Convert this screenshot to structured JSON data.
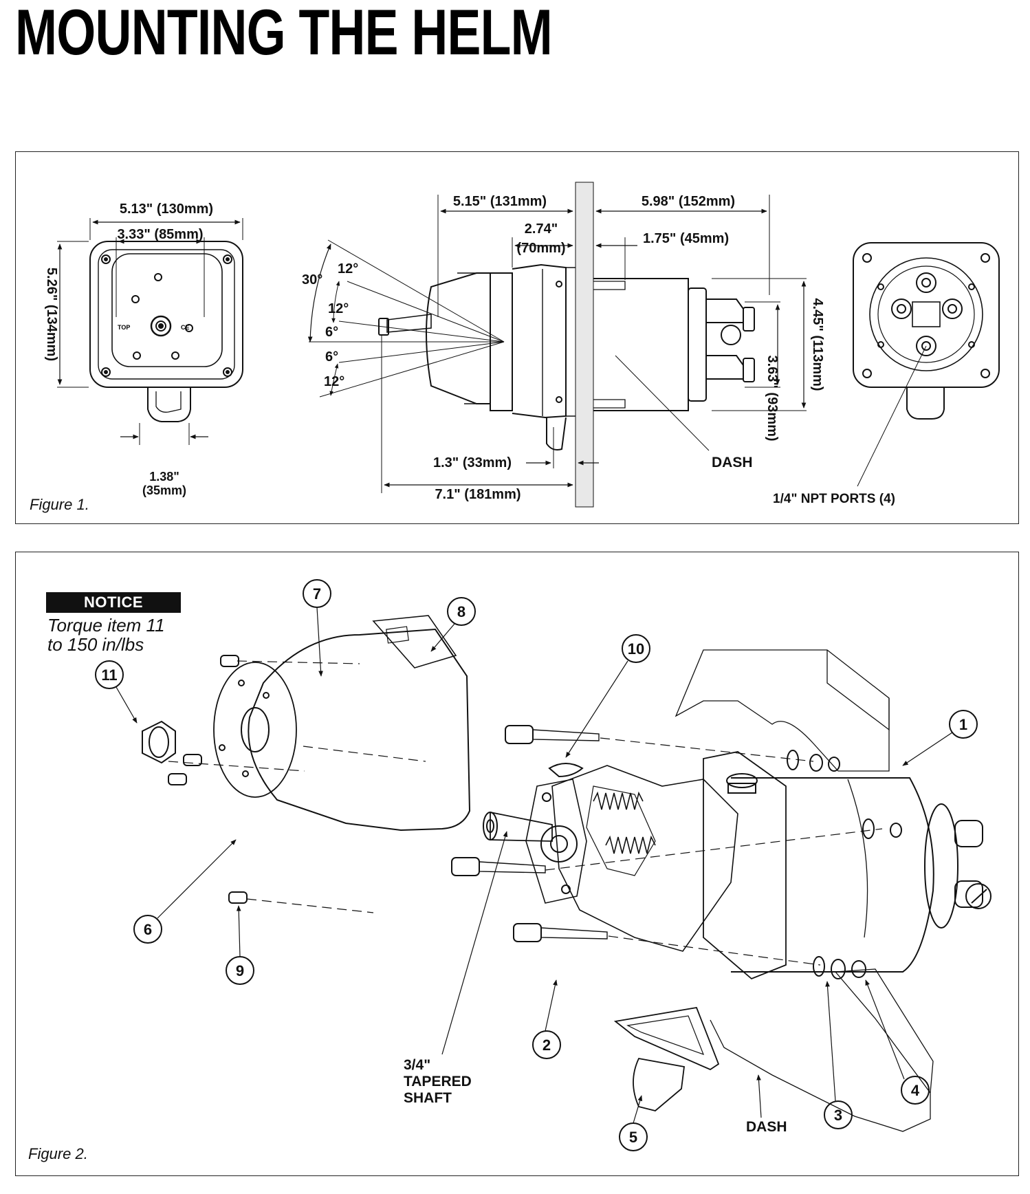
{
  "title": "MOUNTING THE HELM",
  "figure1": {
    "caption": "Figure 1.",
    "front_view": {
      "width_outer": "5.13\" (130mm)",
      "width_inner": "3.33\" (85mm)",
      "height": "5.26\" (134mm)",
      "bottom_width_in": "1.38\"",
      "bottom_width_mm": "(35mm)",
      "top_mark": "TOP",
      "ce_mark": "CE"
    },
    "side_view": {
      "dim_front_depth": "5.15\" (131mm)",
      "dim_rear_depth": "5.98\" (152mm)",
      "dim_mid_in": "2.74\"",
      "dim_mid_mm": "(70mm)",
      "dim_stud": "1.75\" (45mm)",
      "dim_height_large": "4.45\" (113mm)",
      "dim_height_small": "3.63\" (93mm)",
      "dim_bottom": "1.3\" (33mm)",
      "dim_overall": "7.1\" (181mm)",
      "angle_30": "30°",
      "angle_12a": "12°",
      "angle_12b": "12°",
      "angle_6a": "6°",
      "angle_6b": "6°",
      "angle_12c": "12°",
      "dash_label": "DASH"
    },
    "rear_view": {
      "ports_label": "1/4\" NPT PORTS (4)"
    }
  },
  "figure2": {
    "caption": "Figure 2.",
    "notice": {
      "badge": "NOTICE",
      "line1": "Torque item 11",
      "line2": "to 150 in/lbs"
    },
    "callouts": [
      "1",
      "2",
      "3",
      "4",
      "5",
      "6",
      "7",
      "8",
      "9",
      "10",
      "11"
    ],
    "shaft_label": [
      "3/4\"",
      "TAPERED",
      "SHAFT"
    ],
    "dash_label": "DASH"
  }
}
